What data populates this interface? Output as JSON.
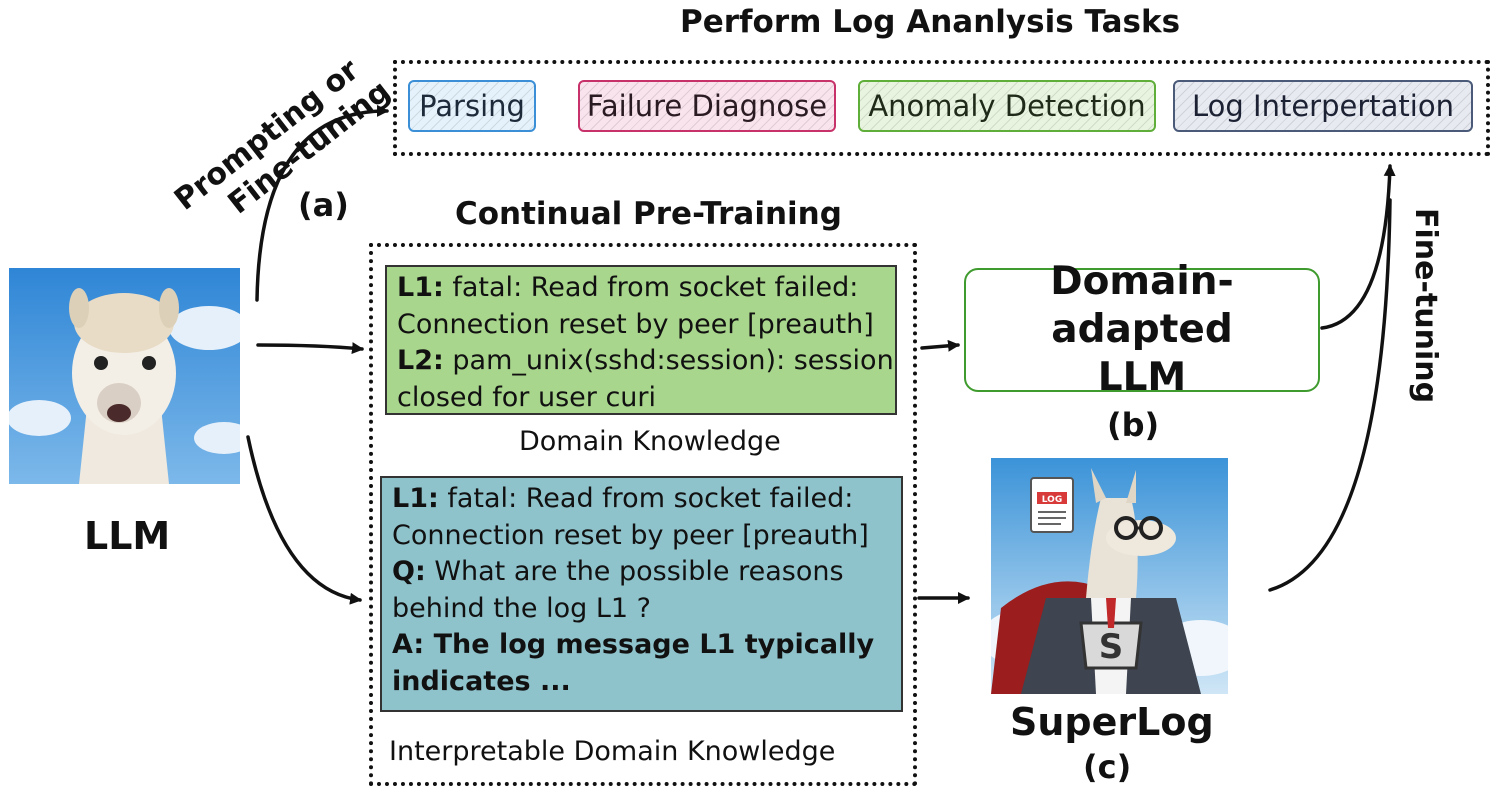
{
  "tasks_title": "Perform Log Ananlysis Tasks",
  "tasks": [
    "Parsing",
    "Failure Diagnose",
    "Anomaly Detection",
    "Log Interpertation"
  ],
  "prompting_label": {
    "line1": "Prompting or",
    "line2": "Fine-tuning"
  },
  "marker_a": "(a)",
  "llm_label": "LLM",
  "cpt_title": "Continual Pre-Training",
  "domain_knowledge": {
    "lines": [
      {
        "key": "L1:",
        "text": " fatal: Read from socket failed:"
      },
      {
        "key": "",
        "text": "Connection reset by peer [preauth]"
      },
      {
        "key": "L2:",
        "text": " pam_unix(sshd:session): session"
      },
      {
        "key": "",
        "text": "closed for user curi"
      }
    ],
    "caption": "Domain Knowledge"
  },
  "interpretable_knowledge": {
    "lines": [
      {
        "key": "L1:",
        "text": " fatal: Read from socket failed:"
      },
      {
        "key": "",
        "text": "Connection reset by peer [preauth]"
      },
      {
        "key": "Q:",
        "text": " What are the possible reasons"
      },
      {
        "key": "",
        "text": "behind the log L1 ?"
      },
      {
        "key": "A:",
        "text": " The log message L1 typically",
        "bold": true
      },
      {
        "key": "",
        "text": "indicates ...",
        "bold": true
      }
    ],
    "caption": "Interpretable Domain Knowledge"
  },
  "domain_adapted": {
    "line1": "Domain-adapted",
    "line2": "LLM"
  },
  "marker_b": "(b)",
  "superlog_label": "SuperLog",
  "marker_c": "(c)",
  "finetuning_label": "Fine-tuning",
  "log_icon_text": "LOG",
  "colors": {
    "parsing": "#3b8fd6",
    "failure": "#c8326a",
    "anomaly": "#5fae3a",
    "interp": "#4a5a78",
    "green_box": "#a9d68d",
    "teal_box": "#8fc3cc"
  }
}
